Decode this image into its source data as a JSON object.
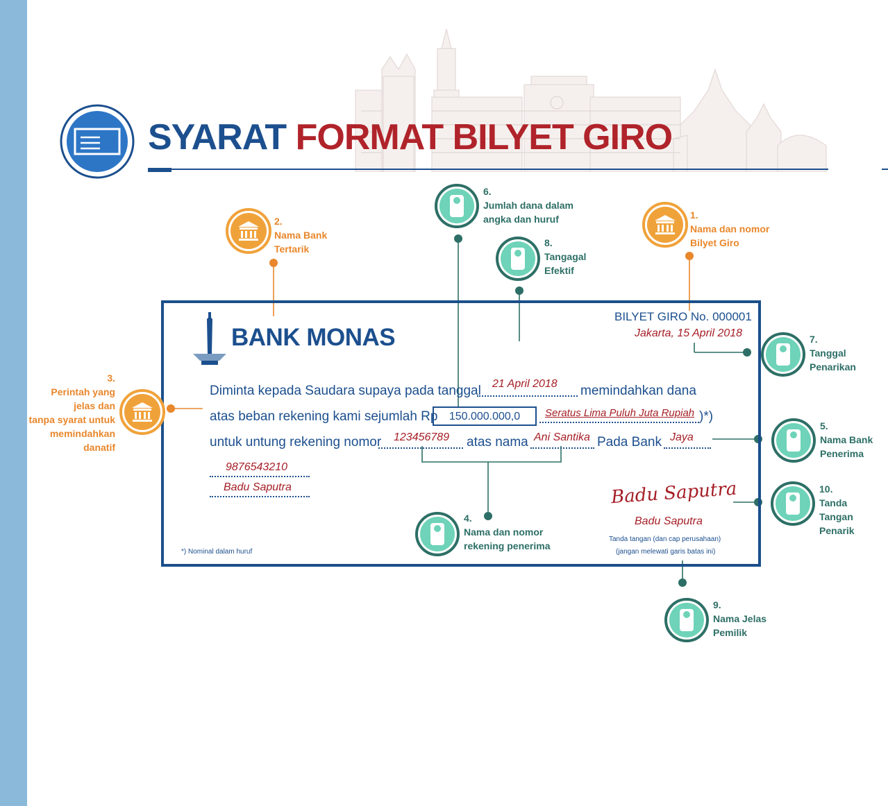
{
  "title": {
    "part1": "SYARAT",
    "part2": "FORMAT BILYET GIRO"
  },
  "cheque": {
    "bank_name": "BANK MONAS",
    "giro_number": "BILYET GIRO No. 000001",
    "place_date": "Jakarta, 15 April 2018",
    "line1_pre": "Diminta kepada Saudara supaya pada tanggal",
    "effective_date": "21 April 2018",
    "line1_post": "memindahkan dana",
    "line2_pre": "atas beban rekening kami sejumlah Rp",
    "amount": "150.000.000,0",
    "amount_words": "Seratus Lima Puluh Juta Rupiah",
    "line2_post": ")*)",
    "line3_pre": "untuk untung rekening nomor",
    "account_number": "123456789",
    "line3_mid": "atas nama",
    "account_name": "Ani Santika",
    "line3_bank": "Pada Bank",
    "bank_receiver": "Jaya",
    "owner_account": "9876543210",
    "owner_name": "Badu Saputra",
    "signature": "Badu Saputra",
    "signer_name": "Badu Saputra",
    "sign_note1": "Tanda tangan (dan cap perusahaan)",
    "sign_note2": "(jangan melewati garis batas ini)",
    "footnote": "*) Nominal dalam huruf"
  },
  "callouts": {
    "c1": {
      "number": "1.",
      "line1": "Nama dan nomor",
      "line2": "Bilyet Giro"
    },
    "c2": {
      "number": "2.",
      "line1": "Nama Bank",
      "line2": "Tertarik"
    },
    "c3": {
      "number": "3.",
      "line1": "Perintah yang",
      "line2": "jelas dan",
      "line3": "tanpa syarat untuk",
      "line4": "memindahkan",
      "line5": "danatif"
    },
    "c4": {
      "number": "4.",
      "line1": "Nama dan nomor",
      "line2": "rekening penerima"
    },
    "c5": {
      "number": "5.",
      "line1": "Nama Bank",
      "line2": "Penerima"
    },
    "c6": {
      "number": "6.",
      "line1": "Jumlah dana dalam",
      "line2": "angka dan huruf"
    },
    "c7": {
      "number": "7.",
      "line1": "Tanggal",
      "line2": "Penarikan"
    },
    "c8": {
      "number": "8.",
      "line1": "Tangagal",
      "line2": "Efektif"
    },
    "c9": {
      "number": "9.",
      "line1": "Nama Jelas",
      "line2": "Pemilik"
    },
    "c10": {
      "number": "10.",
      "line1": "Tanda",
      "line2": "Tangan",
      "line3": "Penarik"
    }
  },
  "colors": {
    "navy": "#1c4f8e",
    "red": "#b0232a",
    "teal": "#2d6f66",
    "mint": "#6ed3b8",
    "orange": "#f0a23a",
    "sidebar": "#8ab9da"
  },
  "icons": {
    "title": "cheque-icon",
    "orange": "bank-building-icon",
    "teal": "person-icon"
  }
}
